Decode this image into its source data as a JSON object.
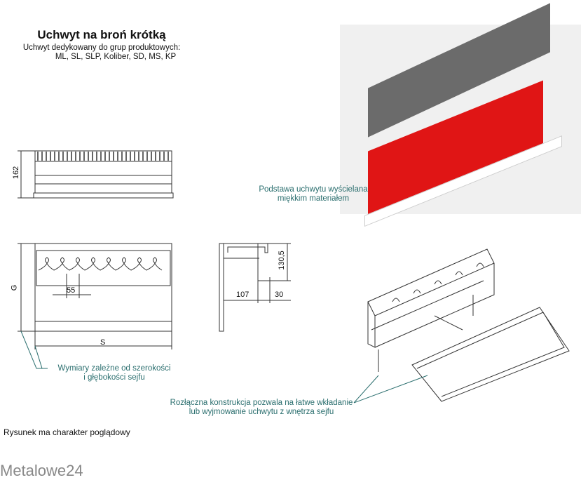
{
  "title": "Uchwyt na broń krótką",
  "subtitle_line1": "Uchwyt dedykowany do grup produktowych:",
  "subtitle_line2": "ML, SL, SLP, Koliber, SD, MS, KP",
  "dims": {
    "height": "162",
    "g": "G",
    "pitch": "55",
    "s": "S",
    "h2": "130,5",
    "d1": "107",
    "d2": "30"
  },
  "notes": {
    "base_line1": "Podstawa uchwytu wyścielana",
    "base_line2": "miękkim materiałem",
    "dims_line1": "Wymiary zależne od szerokości",
    "dims_line2": "i głębokości sejfu",
    "detach_line1": "Rozłączna konstrukcja pozwala na łatwe wkładanie",
    "detach_line2": "lub wyjmowanie uchwytu z wnętrza sejfu"
  },
  "caption": "Rysunek ma charakter poglądowy",
  "watermark": "Metalowe24",
  "colors": {
    "note": "#2a6e6e",
    "pad": "#e01515"
  }
}
